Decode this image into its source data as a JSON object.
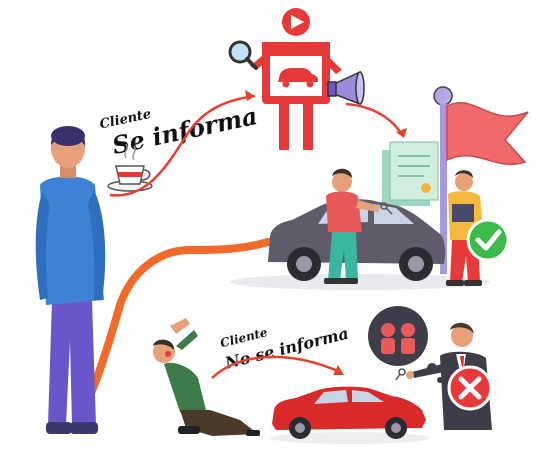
{
  "labels": {
    "top_small": "Cliente",
    "top_big": "Se informa",
    "bottom_small": "Cliente",
    "bottom_big": "No se informa"
  },
  "colors": {
    "accent_red": "#e63a3a",
    "arrow_red": "#e8402e",
    "person_blue": "#3e82d6",
    "person_purple": "#6a56c8",
    "car_gray": "#5f5b6b",
    "car_red": "#d92a2a",
    "check_green": "#3dbb4a",
    "flag_pink": "#f0696b",
    "paper_mint": "#cfeee0"
  },
  "icons": [
    "play-icon",
    "magnifier-icon",
    "megaphone-icon",
    "coffee-cup-icon",
    "flag-icon",
    "check-badge-icon",
    "cross-badge-icon",
    "car-icon",
    "key-icon"
  ]
}
